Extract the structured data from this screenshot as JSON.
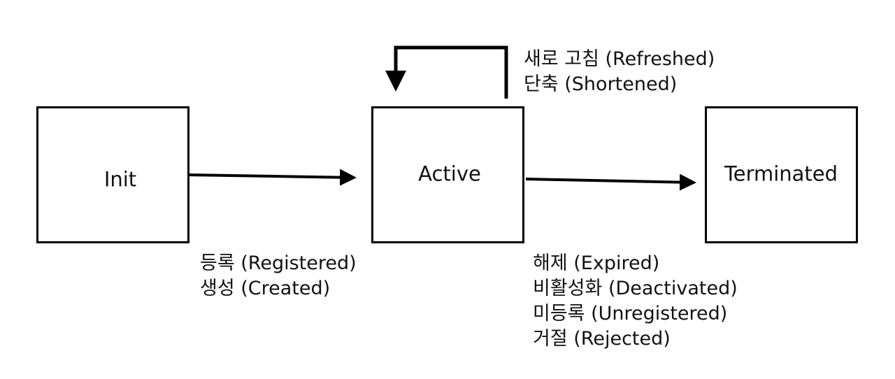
{
  "states": {
    "init": "Init",
    "active": "Active",
    "terminated": "Terminated"
  },
  "transitions": {
    "init_to_active": [
      "등록 (Registered)",
      "생성 (Created)"
    ],
    "active_self": [
      "새로 고침 (Refreshed)",
      "단축 (Shortened)"
    ],
    "active_to_terminated": [
      "해제 (Expired)",
      "비활성화 (Deactivated)",
      "미등록 (Unregistered)",
      "거절 (Rejected)"
    ]
  }
}
